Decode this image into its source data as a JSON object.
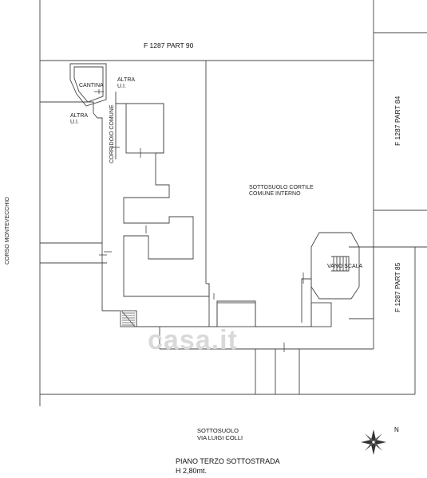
{
  "labels": {
    "f1287_part90": "F 1287 PART 90",
    "f1287_part84": "F 1287 PART 84",
    "f1287_part85": "F 1287 PART 85",
    "cantina": "CANTINA",
    "altra_ui_top_1": "ALTRA",
    "altra_ui_top_2": "U.I.",
    "altra_ui_left_1": "ALTRA",
    "altra_ui_left_2": "U.I.",
    "corridoio_comune": "CORRIDOIO COMUNE",
    "corso_montevecchio": "CORSO MONTEVECCHIO",
    "sottosuolo_cortile_1": "SOTTOSUOLO CORTILE",
    "sottosuolo_cortile_2": "COMUNE INTERNO",
    "vano_scala": "VANO SCALA",
    "sottosuolo_via_1": "SOTTOSUOLO",
    "sottosuolo_via_2": "VIA LUIGI COLLI",
    "piano": "PIANO TERZO SOTTOSTRADA",
    "altezza": "H 2,80mt.",
    "north": "N"
  },
  "watermark": "casa.it",
  "colors": {
    "line": "#444444",
    "text": "#222222",
    "watermark": "#d9d9d9"
  }
}
